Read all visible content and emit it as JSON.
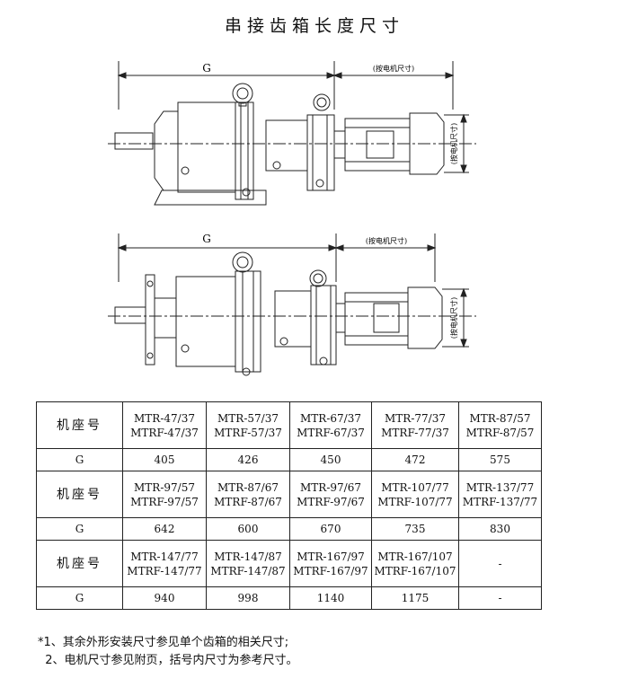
{
  "title": "串接齿箱长度尺寸",
  "drawing_labels": {
    "length": "G",
    "motor_length": "(按电机尺寸)",
    "motor_height": "(按电机尺寸)"
  },
  "table": {
    "header_label": "机座号",
    "g_label": "G",
    "groups": [
      {
        "models": [
          [
            "MTR-47/37",
            "MTRF-47/37"
          ],
          [
            "MTR-57/37",
            "MTRF-57/37"
          ],
          [
            "MTR-67/37",
            "MTRF-67/37"
          ],
          [
            "MTR-77/37",
            "MTRF-77/37"
          ],
          [
            "MTR-87/57",
            "MTRF-87/57"
          ]
        ],
        "g": [
          "405",
          "426",
          "450",
          "472",
          "575"
        ]
      },
      {
        "models": [
          [
            "MTR-97/57",
            "MTRF-97/57"
          ],
          [
            "MTR-87/67",
            "MTRF-87/67"
          ],
          [
            "MTR-97/67",
            "MTRF-97/67"
          ],
          [
            "MTR-107/77",
            "MTRF-107/77"
          ],
          [
            "MTR-137/77",
            "MTRF-137/77"
          ]
        ],
        "g": [
          "642",
          "600",
          "670",
          "735",
          "830"
        ]
      },
      {
        "models": [
          [
            "MTR-147/77",
            "MTRF-147/77"
          ],
          [
            "MTR-147/87",
            "MTRF-147/87"
          ],
          [
            "MTR-167/97",
            "MTRF-167/97"
          ],
          [
            "MTR-167/107",
            "MTRF-167/107"
          ],
          [
            "-",
            ""
          ]
        ],
        "g": [
          "940",
          "998",
          "1140",
          "1175",
          "-"
        ]
      }
    ]
  },
  "notes": [
    "*1、其余外形安装尺寸参见单个齿箱的相关尺寸;",
    "  2、电机尺寸参见附页，括号内尺寸为参考尺寸。"
  ]
}
